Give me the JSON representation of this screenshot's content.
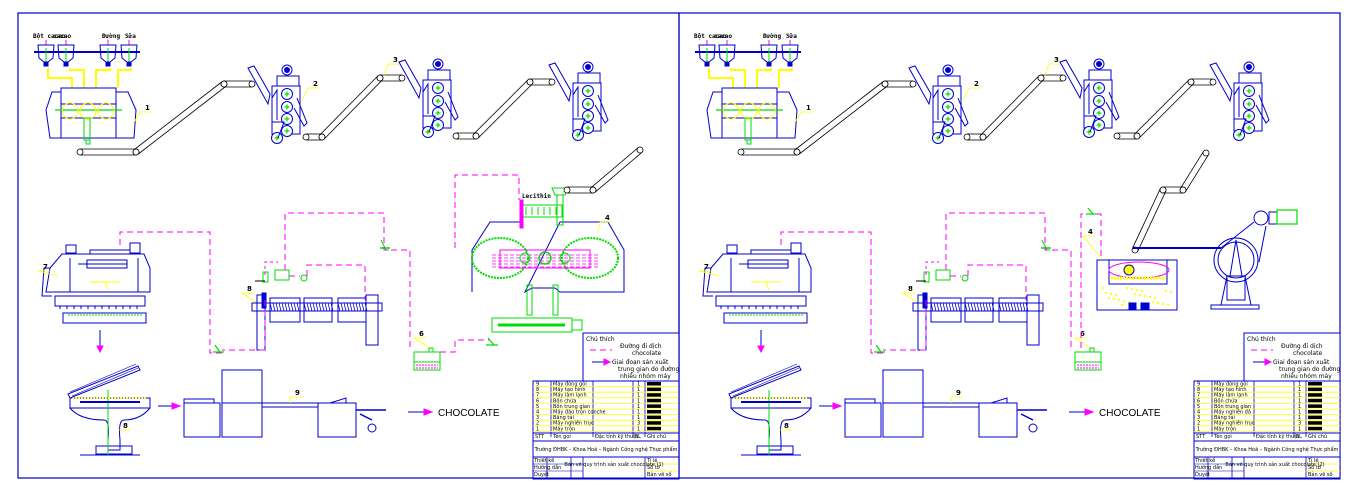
{
  "document": {
    "type": "CAD process flow drawing",
    "colors": {
      "frame": "#0000cc",
      "equipment": "#0000cc",
      "conveyor": "#000000",
      "chocolate_line": "#ff00ff",
      "auxiliary": "#00dd00",
      "leader": "#ffff00",
      "text": "#000000"
    }
  },
  "sheets": [
    {
      "id": "sheet-1",
      "variant": "roller-conche",
      "hoppers": [
        "Bột cacao",
        "cacao",
        "Đường",
        "Sữa"
      ],
      "component_numbers": [
        "1",
        "2",
        "3",
        "4",
        "5",
        "6",
        "7",
        "8",
        "9"
      ],
      "tag_lecithin": "Lecithin",
      "output_label": "CHOCOLATE",
      "legend": {
        "title": "Chú thích",
        "items": [
          {
            "style": "dashed-magenta",
            "label": "Đường đi dịch chocolate"
          },
          {
            "style": "arrow-magenta",
            "label": "Giai đoạn sản xuất trung gian do đường nhiều nhóm máy thực hiện"
          }
        ]
      },
      "parts_table": {
        "header": [
          "STT",
          "Tên gọi",
          "Đặc tính kỹ thuật",
          "SL",
          "Ghi chú"
        ],
        "rows": [
          [
            "9",
            "Máy đóng gói",
            "",
            "1",
            ""
          ],
          [
            "8",
            "Máy tạo hình",
            "",
            "1",
            ""
          ],
          [
            "7",
            "Máy làm lạnh",
            "",
            "1",
            ""
          ],
          [
            "6",
            "Bồn chứa",
            "",
            "1",
            ""
          ],
          [
            "5",
            "Bồn trung gian",
            "",
            "1",
            ""
          ],
          [
            "4",
            "Máy đảo trộn conche",
            "",
            "1",
            ""
          ],
          [
            "3",
            "Băng tải",
            "",
            "1",
            ""
          ],
          [
            "2",
            "Máy nghiền trục",
            "",
            "3",
            ""
          ],
          [
            "1",
            "Máy trộn",
            "",
            "1",
            ""
          ]
        ]
      },
      "school_block": "Trường ĐHBK – Khoa Hoá – Ngành Công nghệ Thực phẩm",
      "title_block": {
        "subtitle": "Đồ án",
        "title": "CÔNG NGHỆ SẢN XUẤT CHOCOLATE",
        "drawing_name": "Bản vẽ quy trình sản xuất chocolate (1)",
        "roles": [
          "Thiết kế",
          "Hướng dẫn",
          "Duyệt"
        ],
        "right_cells": [
          "Tỉ lệ",
          "Số tờ",
          "Bản vẽ số"
        ]
      }
    },
    {
      "id": "sheet-2",
      "variant": "stone-mill",
      "hoppers": [
        "Bột cacao",
        "cacao",
        "Đường",
        "Sữa"
      ],
      "component_numbers": [
        "1",
        "2",
        "3",
        "4",
        "5",
        "6",
        "7",
        "8",
        "9"
      ],
      "output_label": "CHOCOLATE",
      "legend": {
        "title": "Chú thích",
        "items": [
          {
            "style": "dashed-magenta",
            "label": "Đường đi dịch chocolate"
          },
          {
            "style": "arrow-magenta",
            "label": "Giai đoạn sản xuất trung gian do đường nhiều nhóm máy thực hiện"
          }
        ]
      },
      "parts_table": {
        "header": [
          "STT",
          "Tên gọi",
          "Đặc tính kỹ thuật",
          "SL",
          "Ghi chú"
        ],
        "rows": [
          [
            "9",
            "Máy đóng gói",
            "",
            "1",
            ""
          ],
          [
            "8",
            "Máy tạo hình",
            "",
            "1",
            ""
          ],
          [
            "7",
            "Máy làm lạnh",
            "",
            "1",
            ""
          ],
          [
            "6",
            "Bồn chứa",
            "",
            "1",
            ""
          ],
          [
            "5",
            "Bồn trung gian",
            "",
            "1",
            ""
          ],
          [
            "4",
            "Máy nghiền đá",
            "",
            "1",
            ""
          ],
          [
            "3",
            "Băng tải",
            "",
            "1",
            ""
          ],
          [
            "2",
            "Máy nghiền trục",
            "",
            "3",
            ""
          ],
          [
            "1",
            "Máy trộn",
            "",
            "1",
            ""
          ]
        ]
      },
      "school_block": "Trường ĐHBK – Khoa Hoá – Ngành Công nghệ Thực phẩm",
      "title_block": {
        "subtitle": "Đồ án",
        "title": "CÔNG NGHỆ SẢN XUẤT CHOCOLATE",
        "drawing_name": "Bản vẽ quy trình sản xuất chocolate (2)",
        "roles": [
          "Thiết kế",
          "Hướng dẫn",
          "Duyệt"
        ],
        "right_cells": [
          "Tỉ lệ",
          "Số tờ",
          "Bản vẽ số"
        ]
      }
    }
  ]
}
